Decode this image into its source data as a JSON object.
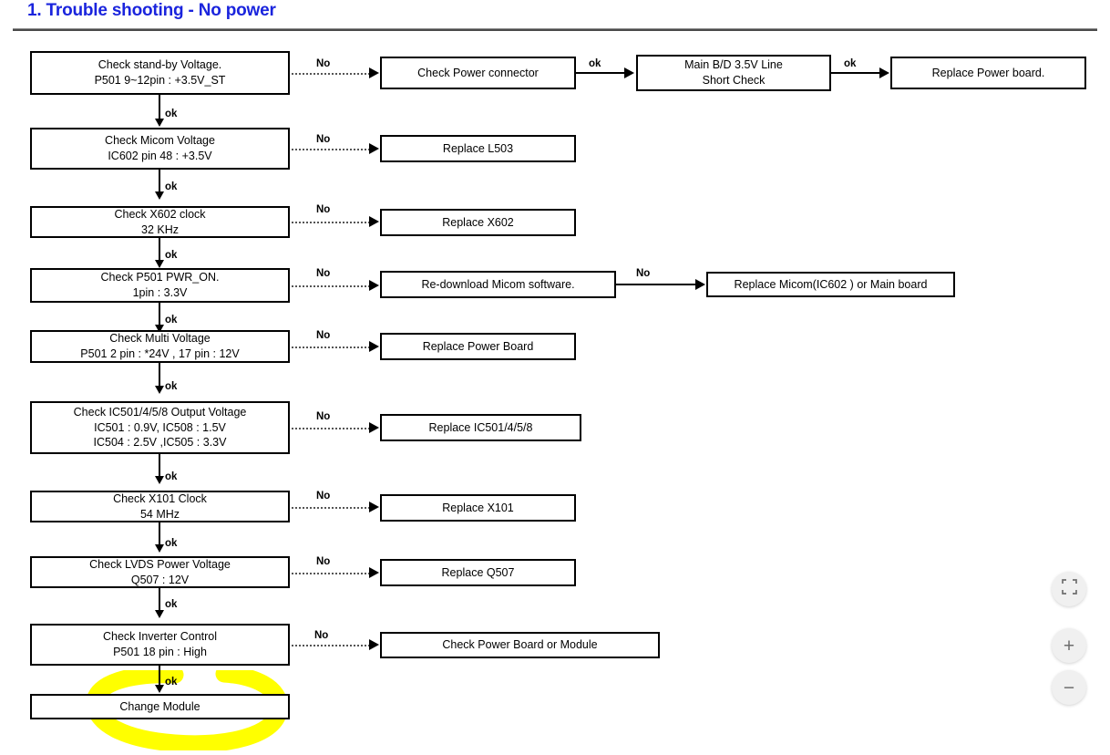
{
  "header": {
    "title": "1. Trouble shooting - No power",
    "title_color": "#1a24dd"
  },
  "flow": {
    "main_chain_label": "ok",
    "branch_label": "No",
    "nodes": {
      "standby_voltage": {
        "lines": [
          "Check stand-by Voltage.",
          "P501  9~12pin : +3.5V_ST"
        ]
      },
      "power_connector": {
        "lines": [
          "Check Power connector"
        ]
      },
      "mainbd_short": {
        "lines": [
          "Main B/D 3.5V Line",
          "Short Check"
        ]
      },
      "replace_power_board_top": {
        "lines": [
          "Replace Power board."
        ]
      },
      "micom_voltage": {
        "lines": [
          "Check Micom Voltage",
          "IC602  pin 48 : +3.5V"
        ]
      },
      "replace_l503": {
        "lines": [
          "Replace L503"
        ]
      },
      "x602_clock": {
        "lines": [
          "Check X602 clock",
          "32 KHz"
        ]
      },
      "replace_x602": {
        "lines": [
          "Replace X602"
        ]
      },
      "p501_pwr_on": {
        "lines": [
          "Check P501 PWR_ON.",
          "1pin : 3.3V"
        ]
      },
      "redownload_micom": {
        "lines": [
          "Re-download Micom software."
        ]
      },
      "replace_micom": {
        "lines": [
          "Replace Micom(IC602 ) or Main board"
        ]
      },
      "multi_voltage": {
        "lines": [
          "Check Multi Voltage",
          "P501 2 pin : *24V , 17 pin : 12V"
        ]
      },
      "replace_power_board": {
        "lines": [
          "Replace Power Board"
        ]
      },
      "ic_output_voltage": {
        "lines": [
          "Check IC501/4/5/8 Output Voltage",
          "IC501 : 0.9V,  IC508 :  1.5V",
          "IC504 : 2.5V ,IC505 : 3.3V"
        ]
      },
      "replace_ic": {
        "lines": [
          "Replace IC501/4/5/8"
        ]
      },
      "x101_clock": {
        "lines": [
          "Check X101 Clock",
          "54 MHz"
        ]
      },
      "replace_x101": {
        "lines": [
          "Replace X101"
        ]
      },
      "lvds_power": {
        "lines": [
          "Check LVDS Power Voltage",
          "Q507 : 12V"
        ]
      },
      "replace_q507": {
        "lines": [
          "Replace Q507"
        ]
      },
      "inverter_control": {
        "lines": [
          "Check Inverter Control",
          "P501 18 pin : High"
        ]
      },
      "check_power_or_module": {
        "lines": [
          "Check Power Board or Module"
        ]
      },
      "change_module": {
        "lines": [
          "Change Module"
        ]
      }
    },
    "annotation": {
      "type": "highlighter-ellipse",
      "color": "#ffff00",
      "target": "change_module"
    }
  },
  "controls": {
    "fit_icon": "fit-to-screen-icon",
    "zoom_in_glyph": "+",
    "zoom_out_glyph": "−"
  }
}
